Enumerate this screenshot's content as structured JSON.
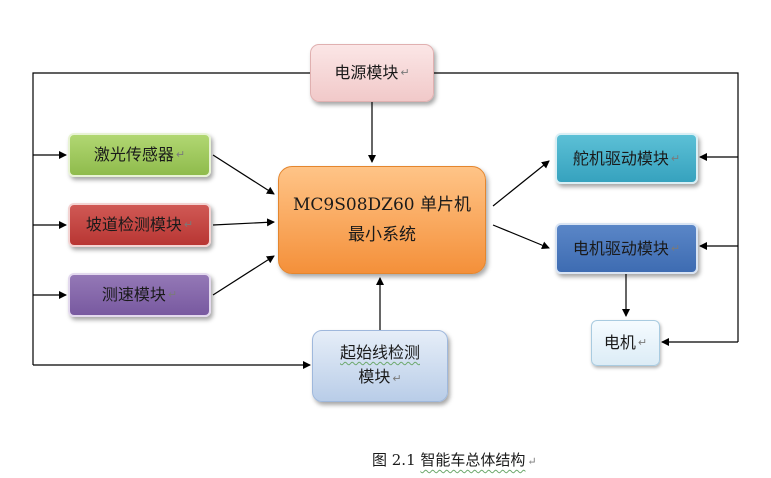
{
  "nodes": {
    "power": {
      "label": "电源模块"
    },
    "laser": {
      "label": "激光传感器"
    },
    "slope": {
      "label": "坡道检测模块"
    },
    "speed": {
      "label": "测速模块"
    },
    "mcu": {
      "line1": "MC9S08DZ60 单片机",
      "line2": "最小系统"
    },
    "servo": {
      "label": "舵机驱动模块"
    },
    "motor_driver": {
      "label": "电机驱动模块"
    },
    "motor": {
      "label": "电机"
    },
    "start_line": {
      "line1": "起始线检测",
      "line2": "模块"
    }
  },
  "paragraph_mark": "↵",
  "caption": {
    "number": "图 2.1",
    "title": "智能车总体结构"
  },
  "colors": {
    "power": "#f1c9c9",
    "laser": "#9bc35a",
    "slope": "#c0504d",
    "speed": "#8064a2",
    "mcu": "#f79646",
    "servo": "#4bacc6",
    "motor_driver": "#4f81bd",
    "motor": "#e8f2fa",
    "start_line": "#c6d6ec"
  }
}
